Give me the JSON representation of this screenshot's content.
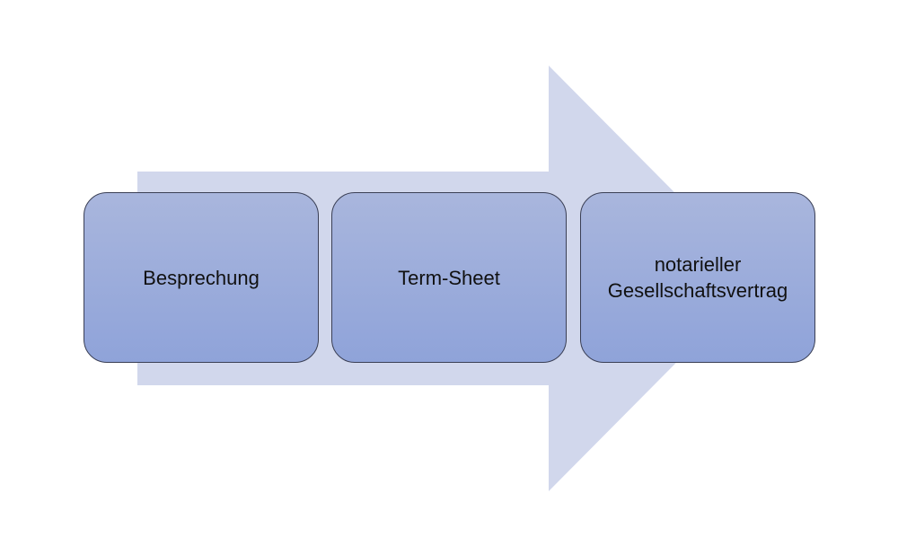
{
  "diagram": {
    "arrow_color": "#d1d7ec",
    "box_gradient_top": "#a9b6dd",
    "box_gradient_bottom": "#8fa3d9",
    "steps": [
      {
        "lines": [
          "Besprechung"
        ]
      },
      {
        "lines": [
          "Term-Sheet"
        ]
      },
      {
        "lines": [
          "notarieller",
          "Gesellschaftsvertrag"
        ]
      }
    ]
  }
}
